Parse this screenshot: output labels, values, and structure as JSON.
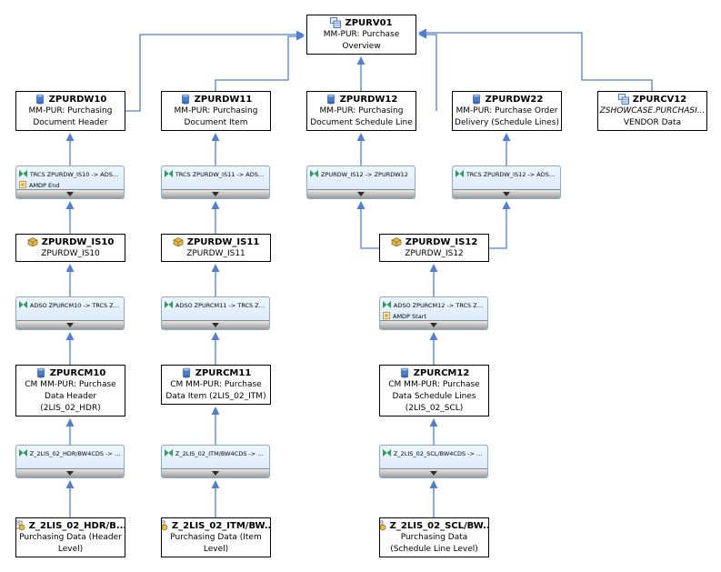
{
  "colors": {
    "connector": "#4f7fd0",
    "node_border": "#000000",
    "transform_fill": "#dbeafa"
  },
  "nodes": {
    "zpurv01": {
      "icon": "composite-provider-icon",
      "name": "ZPURV01",
      "lines": [
        "MM-PUR: Purchase",
        "Overview"
      ]
    },
    "zpurdw10": {
      "icon": "database-icon",
      "name": "ZPURDW10",
      "lines": [
        "MM-PUR: Purchasing",
        "Document Header"
      ]
    },
    "zpurdw11": {
      "icon": "database-icon",
      "name": "ZPURDW11",
      "lines": [
        "MM-PUR: Purchasing",
        "Document Item"
      ]
    },
    "zpurdw12": {
      "icon": "database-icon",
      "name": "ZPURDW12",
      "lines": [
        "MM-PUR: Purchasing",
        "Document Schedule Line"
      ]
    },
    "zpurdw22": {
      "icon": "database-icon",
      "name": "ZPURDW22",
      "lines": [
        "MM-PUR: Purchase Order",
        "Delivery (Schedule Lines)"
      ]
    },
    "zpurcv12": {
      "icon": "composite-provider-icon",
      "name": "ZPURCV12",
      "italic_line": "ZSHOWCASE.PURCHASI...",
      "lines": [
        "VENDOR Data"
      ]
    },
    "zpurdw_is10": {
      "icon": "infosource-icon",
      "name": "ZPURDW_IS10",
      "lines": [
        "ZPURDW_IS10"
      ]
    },
    "zpurdw_is11": {
      "icon": "infosource-icon",
      "name": "ZPURDW_IS11",
      "lines": [
        "ZPURDW_IS11"
      ]
    },
    "zpurdw_is12": {
      "icon": "infosource-icon",
      "name": "ZPURDW_IS12",
      "lines": [
        "ZPURDW_IS12"
      ]
    },
    "zpurcm10": {
      "icon": "database-icon",
      "name": "ZPURCM10",
      "lines": [
        "CM MM-PUR: Purchase",
        "Data Header",
        "(2LIS_02_HDR)"
      ]
    },
    "zpurcm11": {
      "icon": "database-icon",
      "name": "ZPURCM11",
      "lines": [
        "CM MM-PUR: Purchase",
        "Data Item (2LIS_02_ITM)"
      ]
    },
    "zpurcm12": {
      "icon": "database-icon",
      "name": "ZPURCM12",
      "lines": [
        "CM MM-PUR: Purchase",
        "Data Schedule Lines",
        "(2LIS_02_SCL)"
      ]
    },
    "src_hdr": {
      "icon": "datasource-icon",
      "name": "Z_2LIS_02_HDR/B...",
      "lines": [
        "Purchasing Data (Header",
        "Level)"
      ]
    },
    "src_itm": {
      "icon": "datasource-icon",
      "name": "Z_2LIS_02_ITM/BW...",
      "lines": [
        "Purchasing Data (Item",
        "Level)"
      ]
    },
    "src_scl": {
      "icon": "datasource-icon",
      "name": "Z_2LIS_02_SCL/BW...",
      "lines": [
        "Purchasing Data",
        "(Schedule Line Level)"
      ]
    }
  },
  "transformations": {
    "t_is10_dw10": {
      "label": "TRCS ZPURDW_IS10 -> ADSO...",
      "extra": "AMDP End"
    },
    "t_is11_dw11": {
      "label": "TRCS ZPURDW_IS11 -> ADSO..."
    },
    "t_is12_dw12": {
      "label": "ZPURDW_IS12 -> ZPURDW12"
    },
    "t_is12_dw22": {
      "label": "TRCS ZPURDW_IS12 -> ADSO..."
    },
    "t_cm10_is10": {
      "label": "ADSO ZPURCM10 -> TRCS ZP..."
    },
    "t_cm11_is11": {
      "label": "ADSO ZPURCM11 -> TRCS ZP..."
    },
    "t_cm12_is12": {
      "label": "ADSO ZPURCM12 -> TRCS ZP...",
      "extra": "AMDP Start"
    },
    "t_hdr_cm10": {
      "label": "Z_2LIS_02_HDR/BW4CDS -> Z..."
    },
    "t_itm_cm11": {
      "label": "Z_2LIS_02_ITM/BW4CDS -> Z..."
    },
    "t_scl_cm12": {
      "label": "Z_2LIS_02_SCL/BW4CDS -> Z..."
    }
  }
}
